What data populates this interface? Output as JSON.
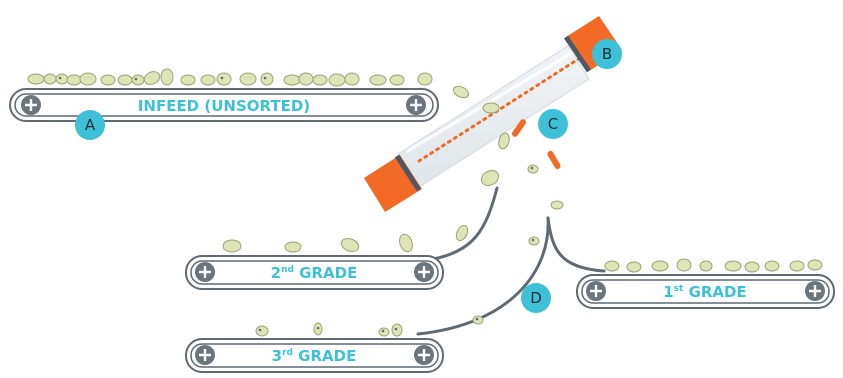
{
  "labels": {
    "infeed": "INFEED (UNSORTED)",
    "second_grade": {
      "num": "2",
      "suffix": "nd",
      "text": " GRADE"
    },
    "first_grade": {
      "num": "1",
      "suffix": "st",
      "text": " GRADE"
    },
    "third_grade": {
      "num": "3",
      "suffix": "rd",
      "text": " GRADE"
    }
  },
  "markers": [
    "A",
    "B",
    "C",
    "D"
  ],
  "colors": {
    "accent": "#3ec1d6",
    "ejector": "#f26a25",
    "belt_outline": "#5f6a72",
    "bean_fill": "#dfe4b7",
    "bean_stroke": "#9aa377"
  }
}
